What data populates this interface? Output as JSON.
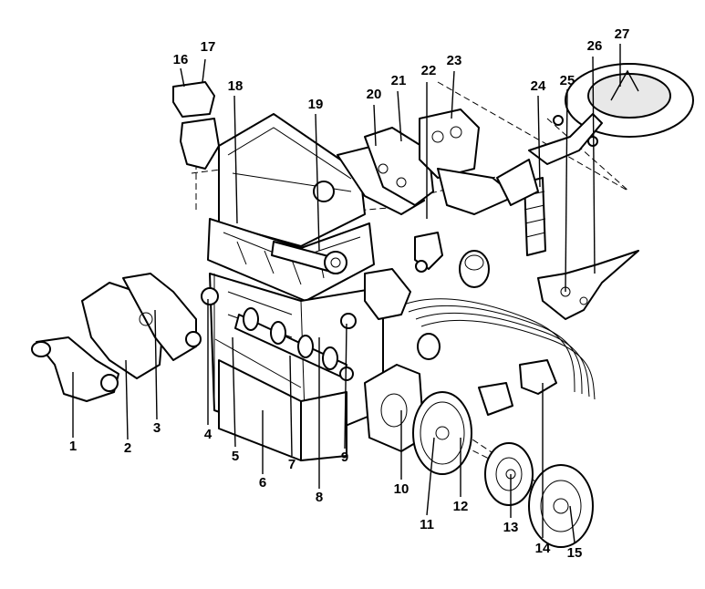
{
  "diagram": {
    "labels": [
      {
        "id": "1",
        "text": "1"
      },
      {
        "id": "2",
        "text": "2"
      },
      {
        "id": "3",
        "text": "3"
      },
      {
        "id": "4",
        "text": "4"
      },
      {
        "id": "5",
        "text": "5"
      },
      {
        "id": "6",
        "text": "6"
      },
      {
        "id": "7",
        "text": "7"
      },
      {
        "id": "8",
        "text": "8"
      },
      {
        "id": "9",
        "text": "9"
      },
      {
        "id": "10",
        "text": "10"
      },
      {
        "id": "11",
        "text": "11"
      },
      {
        "id": "12",
        "text": "12"
      },
      {
        "id": "13",
        "text": "13"
      },
      {
        "id": "14",
        "text": "14"
      },
      {
        "id": "15",
        "text": "15"
      },
      {
        "id": "16",
        "text": "16"
      },
      {
        "id": "17",
        "text": "17"
      },
      {
        "id": "18",
        "text": "18"
      },
      {
        "id": "19",
        "text": "19"
      },
      {
        "id": "20",
        "text": "20"
      },
      {
        "id": "21",
        "text": "21"
      },
      {
        "id": "22",
        "text": "22"
      },
      {
        "id": "23",
        "text": "23"
      },
      {
        "id": "24",
        "text": "24"
      },
      {
        "id": "25",
        "text": "25"
      },
      {
        "id": "26",
        "text": "26"
      },
      {
        "id": "27",
        "text": "27"
      }
    ]
  }
}
